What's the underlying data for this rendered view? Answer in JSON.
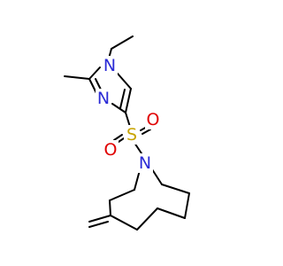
{
  "molecule": {
    "atom_labels": {
      "n1": "N",
      "n3": "N",
      "s": "S",
      "o_left": "O",
      "o_right": "O",
      "n_bridge": "N"
    },
    "colors": {
      "nitrogen": "#2b2bd6",
      "sulfur": "#c8a400",
      "oxygen": "#e00000",
      "bond": "#000000"
    }
  }
}
